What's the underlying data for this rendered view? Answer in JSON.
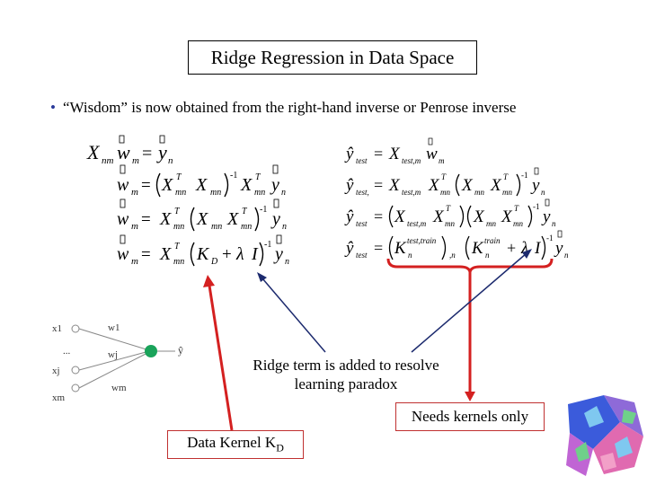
{
  "slide": {
    "title": "Ridge Regression in Data Space",
    "bullet": "“Wisdom” is  now obtained from the right-hand inverse or Penrose inverse",
    "ridge_note_line1": "Ridge term is added to resolve",
    "ridge_note_line2": "learning paradox",
    "kernels_note": "Needs kernels only",
    "data_kernel_label": "Data Kernel K",
    "data_kernel_sub": "D"
  },
  "network": {
    "inputs": [
      "x1",
      "...",
      "xj",
      "xm"
    ],
    "weights": [
      "w1",
      "wj",
      "wm"
    ],
    "output": "ŷ"
  },
  "colors": {
    "accent_red": "#d42020",
    "arrow_navy": "#1c2a6e",
    "node_green": "#1aa35a"
  }
}
